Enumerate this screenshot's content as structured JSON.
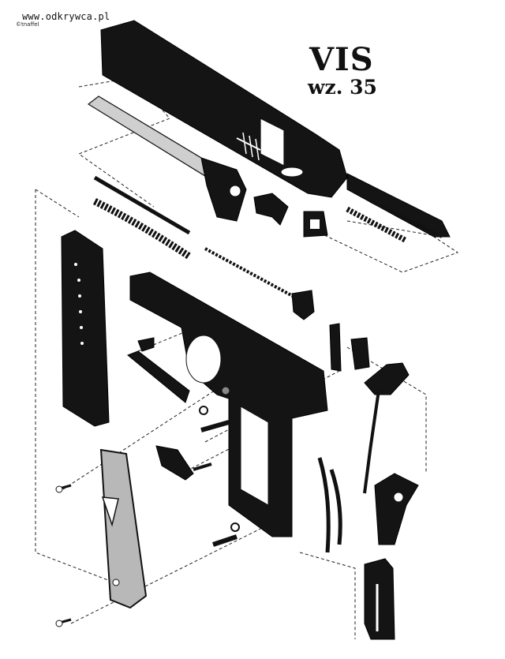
{
  "watermark": "www.odkrywca.pl",
  "credit": "©tnaffel",
  "title": "VIS",
  "subtitle": "wz. 35",
  "icons": [
    "slide-part",
    "barrel-part",
    "recoil-spring-part",
    "magazine-part",
    "frame-part",
    "grip-panel-part",
    "screw-part",
    "hammer-part",
    "trigger-part"
  ]
}
